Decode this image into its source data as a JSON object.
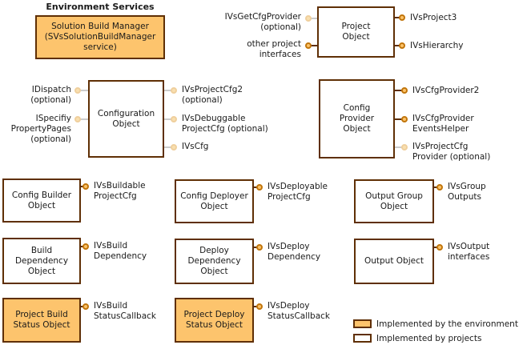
{
  "title": "Environment Services",
  "nodes": {
    "solution_build_manager": "Solution Build Manager\n(SVsSolutionBuildManager\nservice)",
    "project_object": "Project\nObject",
    "configuration_object": "Configuration\nObject",
    "config_provider_object": "Config\nProvider\nObject",
    "config_builder_object": "Config Builder\nObject",
    "config_deployer_object": "Config Deployer\nObject",
    "output_group_object": "Output Group\nObject",
    "build_dependency_object": "Build\nDependency\nObject",
    "deploy_dependency_object": "Deploy\nDependency\nObject",
    "output_object": "Output Object",
    "project_build_status_object": "Project Build\nStatus Object",
    "project_deploy_status_object": "Project Deploy\nStatus Object"
  },
  "interfaces": {
    "ivs_get_cfg_provider": "IVsGetCfgProvider\n(optional)",
    "other_project_interfaces": "other project\ninterfaces",
    "ivsproject3": "IVsProject3",
    "ivshierarchy": "IVsHierarchy",
    "idispatch": "IDispatch\n(optional)",
    "ispecify_property_pages": "ISpecifiy\nPropertyPages\n(optional)",
    "ivsprojectcfg2": "IVsProjectCfg2\n(optional)",
    "ivsdebuggable_projectcfg": "IVsDebuggable\nProjectCfg (optional)",
    "ivscfg": "IVsCfg",
    "ivscfgprovider2": "IVsCfgProvider2",
    "ivscfgprovider_eventshelper": "IVsCfgProvider\nEventsHelper",
    "ivsprojectcfg_provider": "IVsProjectCfg\nProvider (optional)",
    "ivsbuildable_projectcfg": "IVsBuildable\nProjectCfg",
    "ivsdeployable_projectcfg": "IVsDeployable\nProjectCfg",
    "ivsgroup_outputs": "IVsGroup\nOutputs",
    "ivsbuild_dependency": "IVsBuild\nDependency",
    "ivsdeploy_dependency": "IVsDeploy\nDependency",
    "ivsoutput_interfaces": "IVsOutput\ninterfaces",
    "ivsbuild_statuscallback": "IVsBuild\nStatusCallback",
    "ivsdeploy_statuscallback": "IVsDeploy\nStatusCallback"
  },
  "legend": {
    "environment_label": "Implemented by the environment",
    "projects_label": "Implemented by projects"
  },
  "colors": {
    "environment_fill": "#FDC46D",
    "project_fill": "#FFFFFF",
    "box_border": "#5F2F05",
    "connector_ring": "#C1750B",
    "connector_fill": "#FCC36A",
    "optional_ring": "#EFCF9D",
    "optional_fill": "#F9DFAF",
    "optional_line": "#CCCCCC",
    "text_color": "#1A1A1A"
  }
}
